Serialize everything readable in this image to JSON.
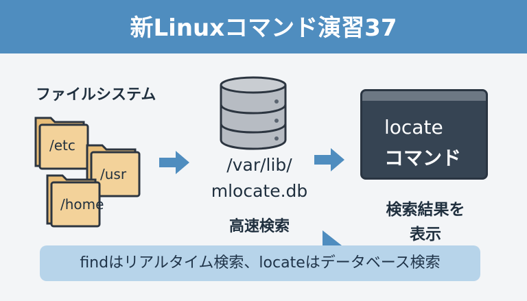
{
  "header": {
    "title": "新Linuxコマンド演習37"
  },
  "filesystem": {
    "label": "ファイルシステム",
    "folders": [
      "/etc",
      "/usr",
      "/home"
    ]
  },
  "database": {
    "path_line1": "/var/lib/",
    "path_line2": "mlocate.db",
    "caption": "高速検索"
  },
  "terminal": {
    "line1": "locate",
    "line2": "コマンド"
  },
  "result": {
    "line1": "検索結果を",
    "line2": "表示"
  },
  "banner": {
    "text": "findはリアルタイム検索、locateはデータベース検索"
  },
  "colors": {
    "header": "#4f8dbf",
    "folder": "#f3d29a",
    "terminal": "#364453",
    "arrow": "#4f8dbf",
    "banner": "#b7d4ea"
  }
}
